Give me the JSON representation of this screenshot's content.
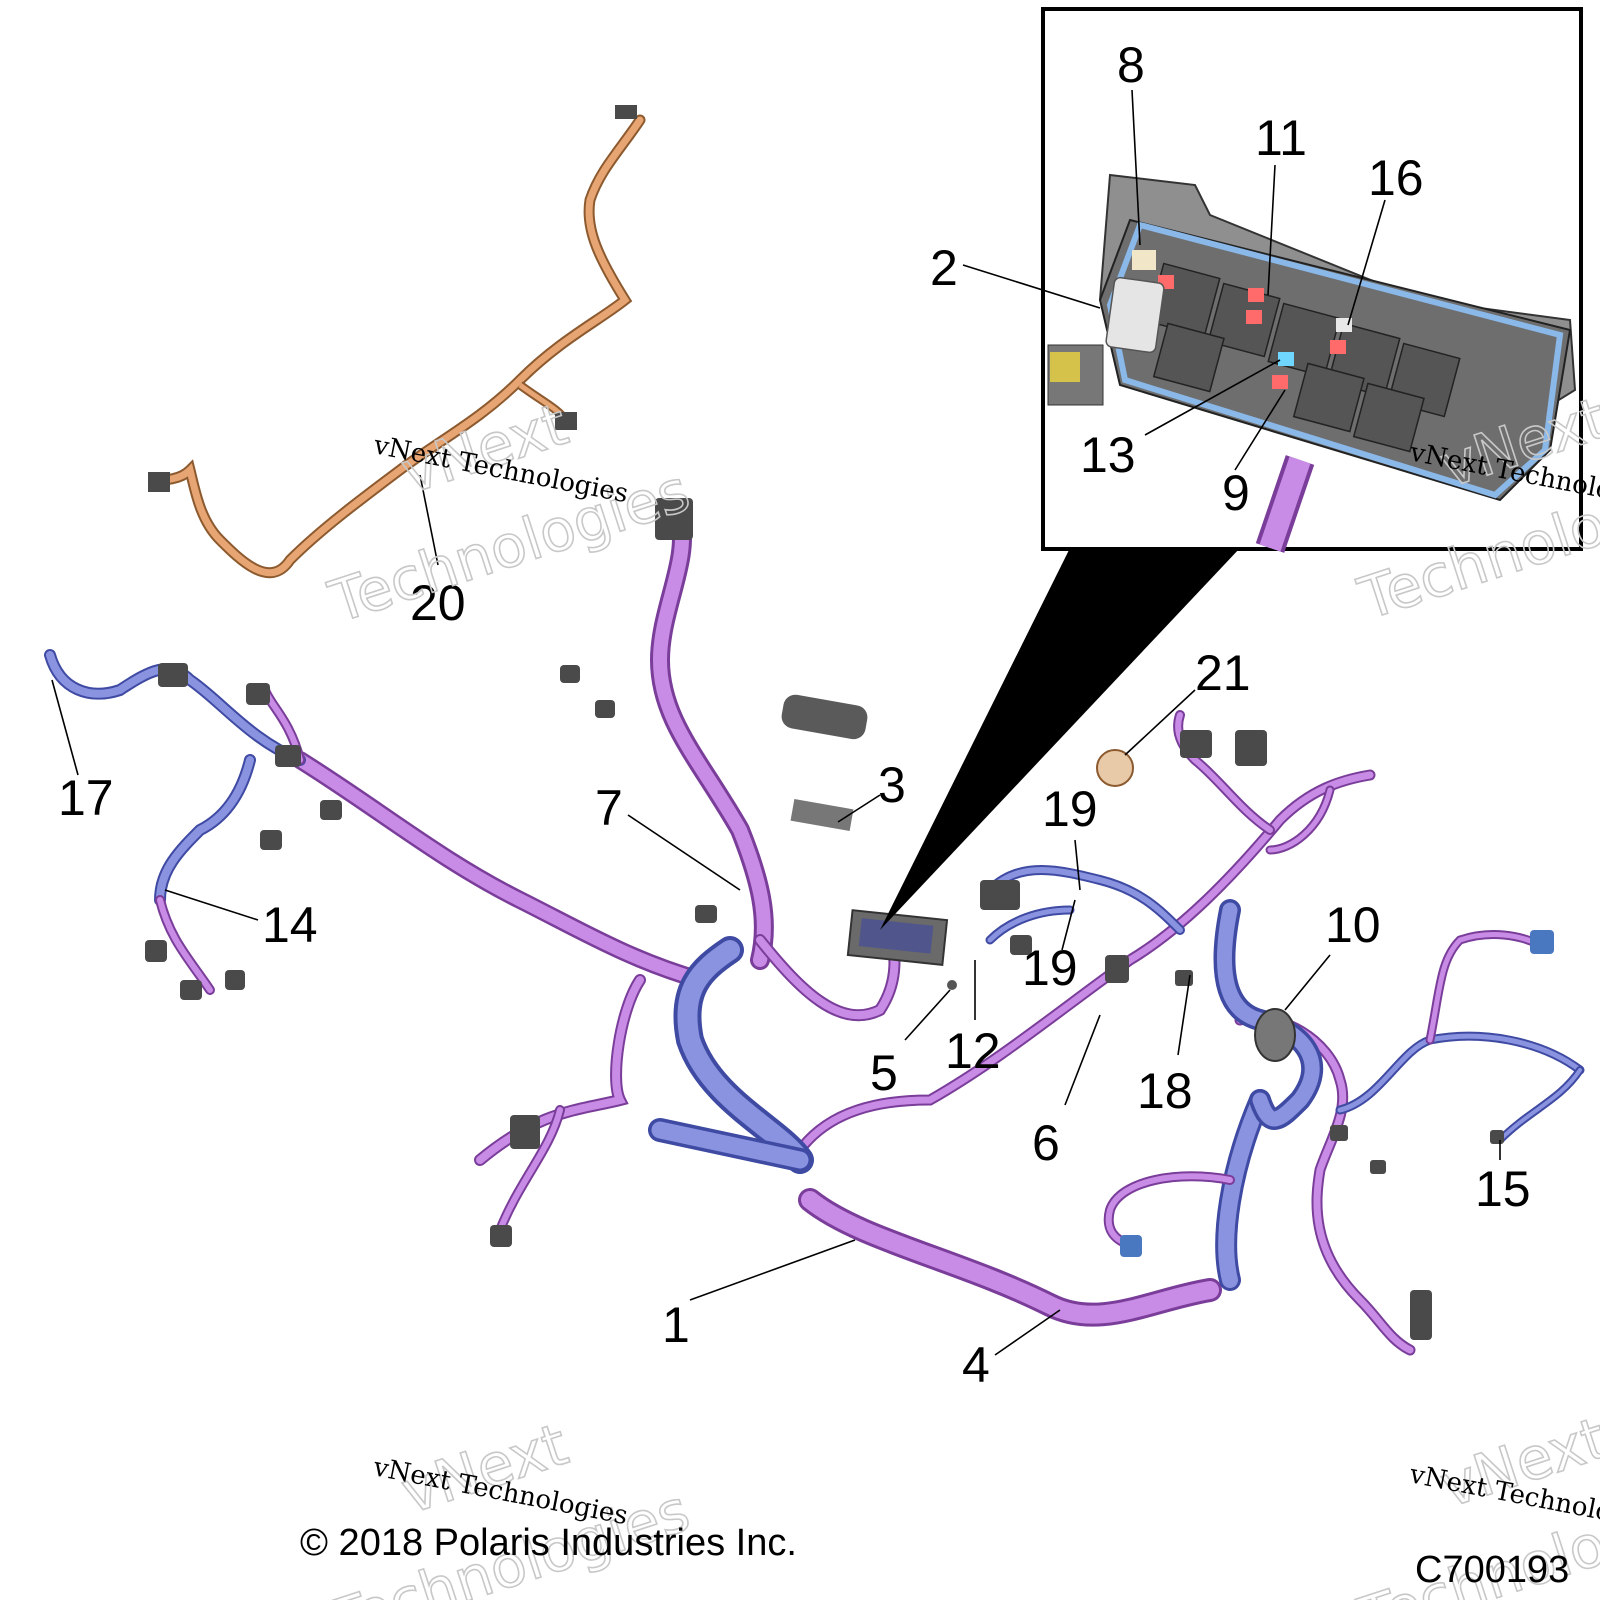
{
  "callouts": {
    "c1": "1",
    "c2": "2",
    "c3": "3",
    "c4": "4",
    "c5": "5",
    "c6": "6",
    "c7": "7",
    "c8": "8",
    "c9": "9",
    "c10": "10",
    "c11": "11",
    "c12": "12",
    "c13": "13",
    "c14": "14",
    "c15": "15",
    "c16": "16",
    "c17": "17",
    "c18": "18",
    "c19a": "19",
    "c19b": "19",
    "c20": "20",
    "c21": "21"
  },
  "watermark": {
    "line1": "vNext Technologies",
    "word_a": "vNext",
    "word_b": "Technologies"
  },
  "footer": {
    "copyright": "© 2018 Polaris Industries Inc.",
    "figure_code": "C700193"
  },
  "colors": {
    "harness_main": "#c98ce6",
    "harness_outline": "#7a3e9a",
    "harness_blue": "#8a93e0",
    "harness_blue_outline": "#3f4aa3",
    "harness_orange": "#e7a574",
    "harness_orange_outline": "#8c5a2e",
    "connector": "#4a4a4a",
    "fuse_red": "#ff6b6b",
    "fuse_blue": "#6fd6ff",
    "fuse_box": "#8a8a8a"
  }
}
